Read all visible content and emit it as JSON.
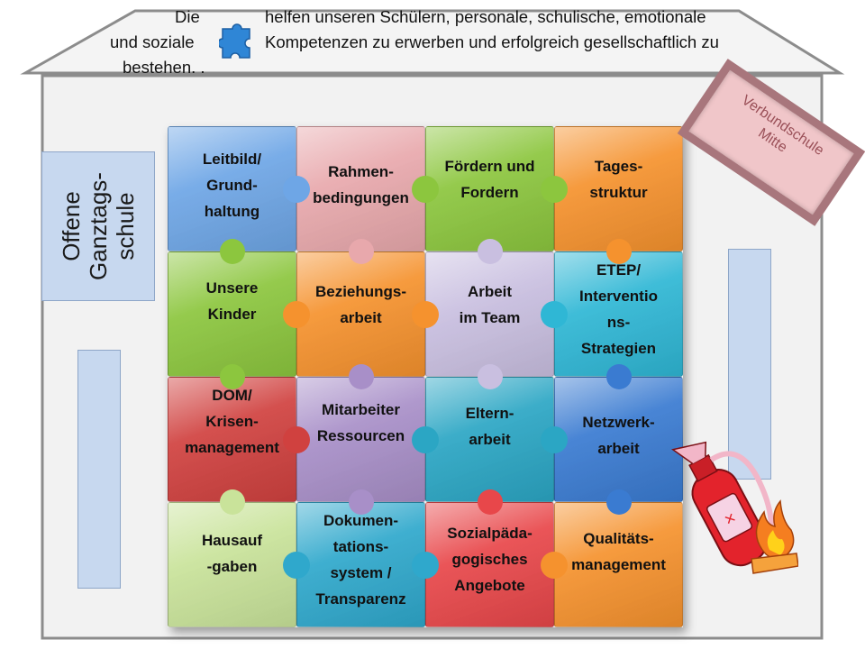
{
  "intro": {
    "line1_a": "Die",
    "line1_b": "helfen unseren Schülern, personale, schulische, emotionale",
    "line2_a": "und soziale",
    "line2_b": "Kompetenzen zu erwerben und erfolgreich gesellschaftlich zu",
    "line3": "bestehen. ."
  },
  "side_label": "Offene\nGanztags-\nschule",
  "stamp_label": "Verbundschule\nMitte",
  "pieces": [
    {
      "label": "Leitbild/\nGrund-\nhaltung",
      "color": "#6ea6e6"
    },
    {
      "label": "Rahmen-\nbedingungen",
      "color": "#e8a8ac"
    },
    {
      "label": "Fördern und\nFordern",
      "color": "#8cc63e"
    },
    {
      "label": "Tages-\nstruktur",
      "color": "#f5922e"
    },
    {
      "label": "Unsere\nKinder",
      "color": "#8cc63e"
    },
    {
      "label": "Beziehungs-\narbeit",
      "color": "#f5922e"
    },
    {
      "label": "Arbeit\nim Team",
      "color": "#c9bfe0"
    },
    {
      "label": "ETEP/\nInterventio\nns-\nStrategien",
      "color": "#2fb7d5"
    },
    {
      "label": "DOM/\nKrisen-\nmanagement",
      "color": "#d0413f"
    },
    {
      "label": "Mitarbeiter\nRessourcen",
      "color": "#a88fc8"
    },
    {
      "label": "Eltern-\narbeit",
      "color": "#2ba6c4"
    },
    {
      "label": "Netzwerk-\narbeit",
      "color": "#3a7bd1"
    },
    {
      "label": "Hausauf\n-gaben",
      "color": "#c9e39a"
    },
    {
      "label": "Dokumen-\ntations-\nsystem /\nTransparenz",
      "color": "#2fa8cc"
    },
    {
      "label": "Sozialpäda-\ngogisches\nAngebote",
      "color": "#e8474a"
    },
    {
      "label": "Qualitäts-\nmanagement",
      "color": "#f5922e"
    }
  ],
  "colors": {
    "house_fill": "#f2f2f2",
    "house_stroke": "#8c8c8c",
    "window_fill": "#c7d8ef",
    "icon_puzzle": "#2f86d6",
    "extinguisher_red": "#e3232c",
    "flame_orange": "#f57e20"
  },
  "icons": [
    "puzzle-icon",
    "fire-extinguisher-icon",
    "flame-icon"
  ]
}
